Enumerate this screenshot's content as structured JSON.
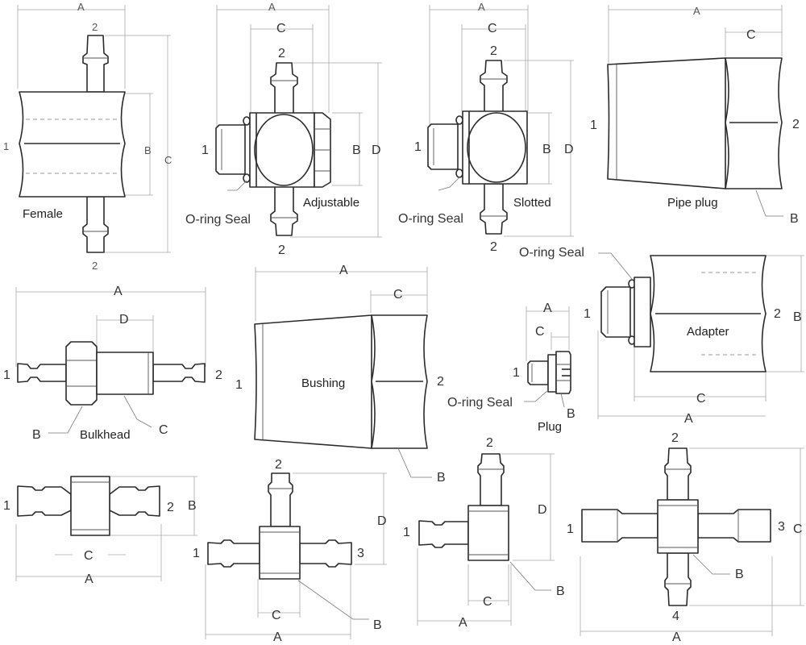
{
  "fittings": {
    "female": {
      "name": "Female",
      "port_top": "2",
      "port_bottom": "2",
      "port_side": "1",
      "dim_a": "A",
      "dim_b": "B",
      "dim_c": "C"
    },
    "adjustable": {
      "name": "Adjustable",
      "port_top": "2",
      "port_bottom": "2",
      "port_left": "1",
      "seal": "O-ring Seal",
      "dim_a": "A",
      "dim_b": "B",
      "dim_c": "C",
      "dim_d": "D"
    },
    "slotted": {
      "name": "Slotted",
      "port_top": "2",
      "port_bottom": "2",
      "port_left": "1",
      "seal": "O-ring Seal",
      "dim_a": "A",
      "dim_b": "B",
      "dim_c": "C",
      "dim_d": "D"
    },
    "pipe_plug": {
      "name": "Pipe plug",
      "port_left": "1",
      "port_right": "2",
      "dim_a": "A",
      "dim_b": "B",
      "dim_c": "C"
    },
    "adapter": {
      "name": "Adapter",
      "port_left": "1",
      "port_right": "2",
      "seal": "O-ring Seal",
      "dim_a": "A",
      "dim_b": "B",
      "dim_c": "C"
    },
    "bulkhead": {
      "name": "Bulkhead",
      "port_left": "1",
      "port_right": "2",
      "dim_a": "A",
      "dim_b": "B",
      "dim_c": "C",
      "dim_d": "D"
    },
    "bushing": {
      "name": "Bushing",
      "port_left": "1",
      "port_right": "2",
      "dim_a": "A",
      "dim_b": "B",
      "dim_c": "C"
    },
    "plug": {
      "name": "Plug",
      "port_left": "1",
      "seal": "O-ring Seal",
      "dim_a": "A",
      "dim_b": "B",
      "dim_c": "C"
    },
    "union": {
      "port_left": "1",
      "port_right": "2",
      "dim_a": "A",
      "dim_b": "B",
      "dim_c": "C"
    },
    "tee": {
      "port_left": "1",
      "port_top": "2",
      "port_right": "3",
      "dim_a": "A",
      "dim_b": "B",
      "dim_c": "C",
      "dim_d": "D"
    },
    "elbow": {
      "port_left": "1",
      "port_top": "2",
      "dim_a": "A",
      "dim_b": "B",
      "dim_c": "C",
      "dim_d": "D"
    },
    "cross": {
      "port_left": "1",
      "port_top": "2",
      "port_right": "3",
      "port_bottom": "4",
      "dim_a": "A",
      "dim_b": "B",
      "dim_c": "C"
    }
  }
}
